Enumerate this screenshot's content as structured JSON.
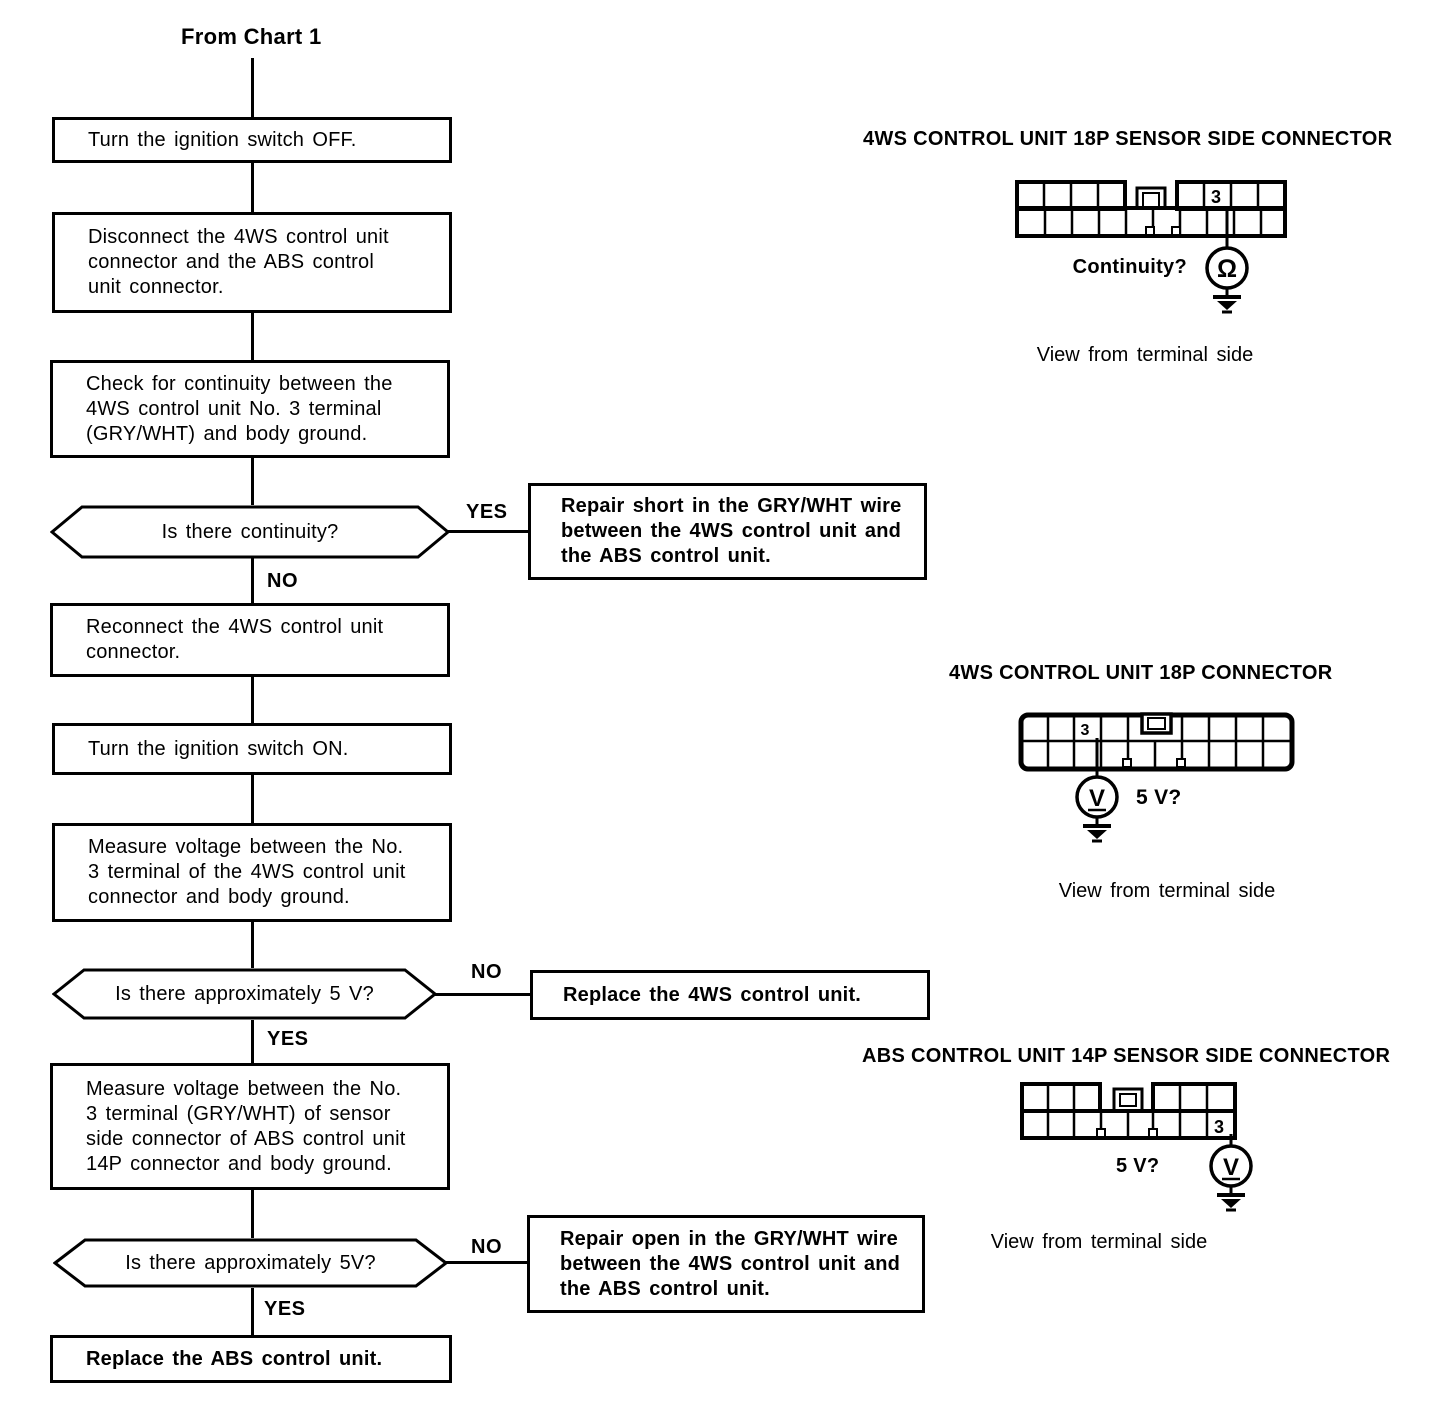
{
  "page": {
    "paper": "#ffffff",
    "ink": "#000000"
  },
  "flow": {
    "start_label": "From Chart 1",
    "labels": {
      "yes": "YES",
      "no": "NO"
    },
    "steps": {
      "s1": "Turn the ignition switch OFF.",
      "s2": "Disconnect the 4WS control unit\nconnector and the ABS control\nunit connector.",
      "s3": "Check for continuity between the\n4WS control unit No. 3 terminal\n(GRY/WHT) and body ground.",
      "d1": "Is there continuity?",
      "r1": "Repair short in the GRY/WHT wire\nbetween the 4WS control unit and\nthe ABS control unit.",
      "s4": "Reconnect the 4WS control unit\nconnector.",
      "s5": "Turn the ignition switch ON.",
      "s6": "Measure voltage between the No.\n3 terminal of the 4WS control unit\nconnector and body ground.",
      "d2": "Is there approximately 5 V?",
      "r2": "Replace the 4WS control unit.",
      "s7": "Measure voltage between the No.\n3 terminal (GRY/WHT) of sensor\nside connector of ABS control unit\n14P connector and body ground.",
      "d3": "Is there approximately 5V?",
      "r3": "Repair open in the GRY/WHT wire\nbetween the 4WS control unit and\nthe ABS control unit.",
      "s8": "Replace the ABS control unit."
    }
  },
  "panels": {
    "p1": {
      "title": "4WS CONTROL UNIT 18P SENSOR SIDE CONNECTOR",
      "question": "Continuity?",
      "meter": "Ω",
      "pin": "3",
      "caption": "View from terminal side"
    },
    "p2": {
      "title": "4WS CONTROL UNIT 18P CONNECTOR",
      "question": "5 V?",
      "meter": "V",
      "pin": "3",
      "caption": "View from terminal side"
    },
    "p3": {
      "title": "ABS CONTROL UNIT 14P SENSOR SIDE CONNECTOR",
      "question": "5 V?",
      "meter": "V",
      "pin": "3",
      "caption": "View from terminal side"
    }
  }
}
